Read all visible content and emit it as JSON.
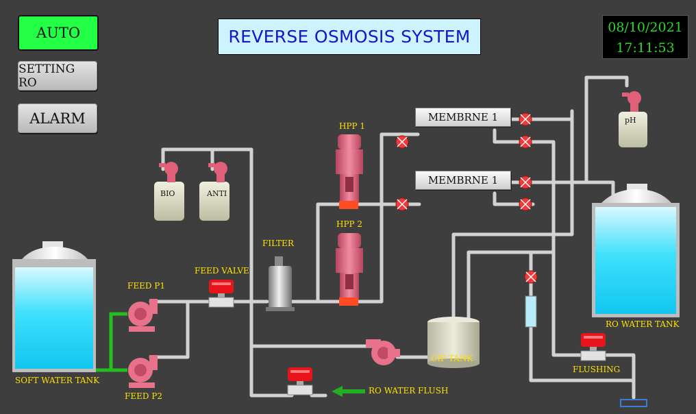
{
  "header": {
    "title": "REVERSE OSMOSIS SYSTEM",
    "date": "08/10/2021",
    "time": "17:11:53"
  },
  "buttons": {
    "auto": "AUTO",
    "setting_ro": "SETTING RO",
    "alarm": "ALARM"
  },
  "labels": {
    "hpp1": "HPP 1",
    "hpp2": "HPP 2",
    "filter": "FILTER",
    "feed_valve": "FEED VALVE",
    "feed_p1": "FEED P1",
    "feed_p2": "FEED P2",
    "soft_water_tank": "SOFT WATER TANK",
    "ro_water_tank": "RO WATER TANK",
    "cip_tank": "CIP TANK",
    "flushing": "FLUSHING",
    "ro_water_flush": "RO WATER FLUSH"
  },
  "membranes": [
    "MEMBRNE 1",
    "MEMBRNE 1"
  ],
  "chemical_tanks": {
    "bio": "BIO",
    "anti": "ANTI",
    "ph": "pH"
  },
  "colors": {
    "background": "#3e3e3e",
    "auto_active": "#22ff44",
    "label_text": "#ffe000",
    "title_text": "#1616c8",
    "clock_text": "#2cd52c",
    "pump": "#e0607a",
    "valve": "#e8141c",
    "pipe": "#d6d6d6",
    "feed_pipe": "#22c01e",
    "water": "#2ad4f4"
  }
}
